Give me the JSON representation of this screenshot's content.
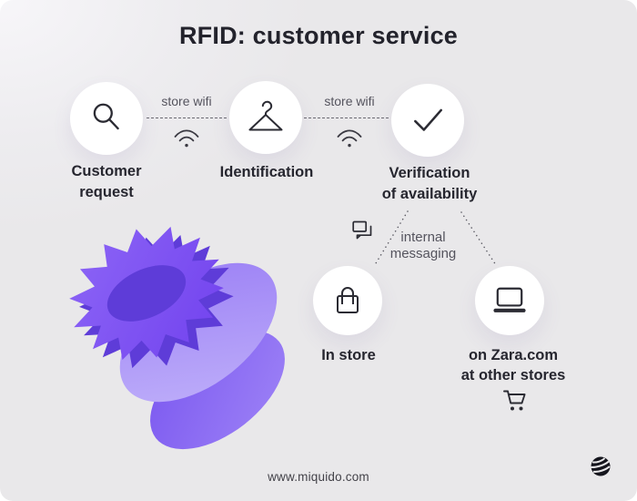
{
  "page": {
    "title": "RFID: customer service",
    "footer_url": "www.miquido.com",
    "brand_logo": "miquido-logo"
  },
  "colors": {
    "background": "#e9e8ea",
    "background_highlight": "#f7f6f9",
    "node_fill": "#ffffff",
    "text_dark": "#26262f",
    "text_muted": "#55545e",
    "connector_line": "#6a6971",
    "accent_purple": "#7d55f2",
    "accent_purple_light": "#bdaef9",
    "accent_purple_dark": "#5e3cd8",
    "logo_dark": "#15151d"
  },
  "flow": {
    "steps": [
      {
        "icon": "search-icon",
        "lines": [
          "Customer",
          "request"
        ]
      },
      {
        "icon": "hanger-icon",
        "lines": [
          "Identification"
        ]
      },
      {
        "icon": "check-icon",
        "lines": [
          "Verification",
          "of availability"
        ]
      }
    ],
    "connectors": [
      {
        "label": "store wifi",
        "icon": "wifi-icon"
      },
      {
        "label": "store wifi",
        "icon": "wifi-icon"
      }
    ],
    "messaging": {
      "icon": "chat-icon",
      "lines": [
        "internal",
        "messaging"
      ]
    },
    "outcomes": [
      {
        "icon": "shopping-bag-icon",
        "lines": [
          "In store"
        ]
      },
      {
        "icon": "laptop-icon",
        "lines": [
          "on Zara.com",
          "at other stores"
        ],
        "extra_icon": "cart-icon"
      }
    ]
  },
  "illustration": "purple-3d-rfid-security-tag"
}
